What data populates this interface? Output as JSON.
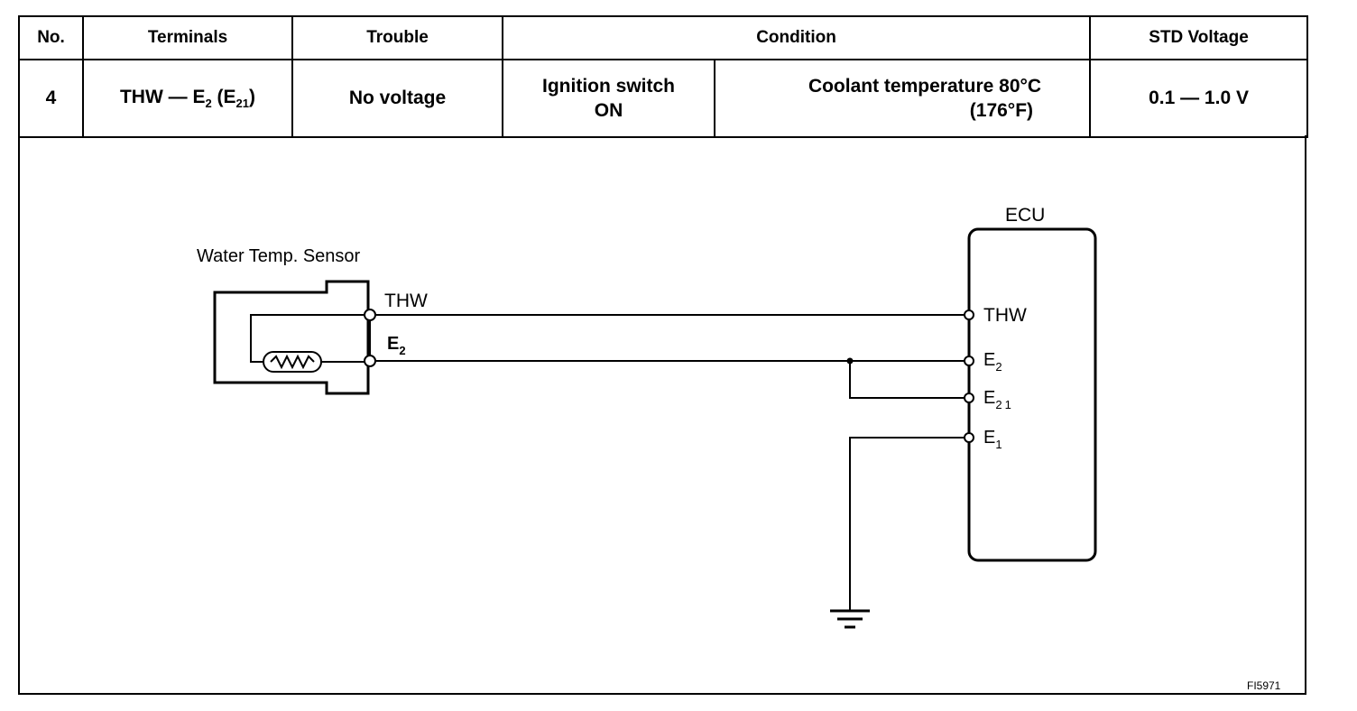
{
  "table": {
    "headers": {
      "no": "No.",
      "terminals": "Terminals",
      "trouble": "Trouble",
      "condition": "Condition",
      "std_voltage": "STD Voltage"
    },
    "row": {
      "no": "4",
      "terminals_main": "THW — E",
      "terminals_sub1": "2",
      "terminals_paren_open": " (E",
      "terminals_sub2": "21",
      "terminals_paren_close": ")",
      "trouble": "No voltage",
      "condition_switch_line1": "Ignition switch",
      "condition_switch_line2": "ON",
      "condition_temp_line1": "Coolant temperature 80°C",
      "condition_temp_line2": "(176°F)",
      "std_voltage": "0.1 — 1.0 V"
    }
  },
  "diagram": {
    "sensor_label": "Water Temp. Sensor",
    "sensor_terminal_thw": "THW",
    "sensor_terminal_e2": "E",
    "sensor_terminal_e2_sub": "2",
    "ecu_label": "ECU",
    "ecu_terminals": {
      "thw": "THW",
      "e2_main": "E",
      "e2_sub": "2",
      "e21_main": "E",
      "e21_sub": "21",
      "e1_main": "E",
      "e1_sub": "1"
    },
    "figure_code": "FI5971"
  }
}
